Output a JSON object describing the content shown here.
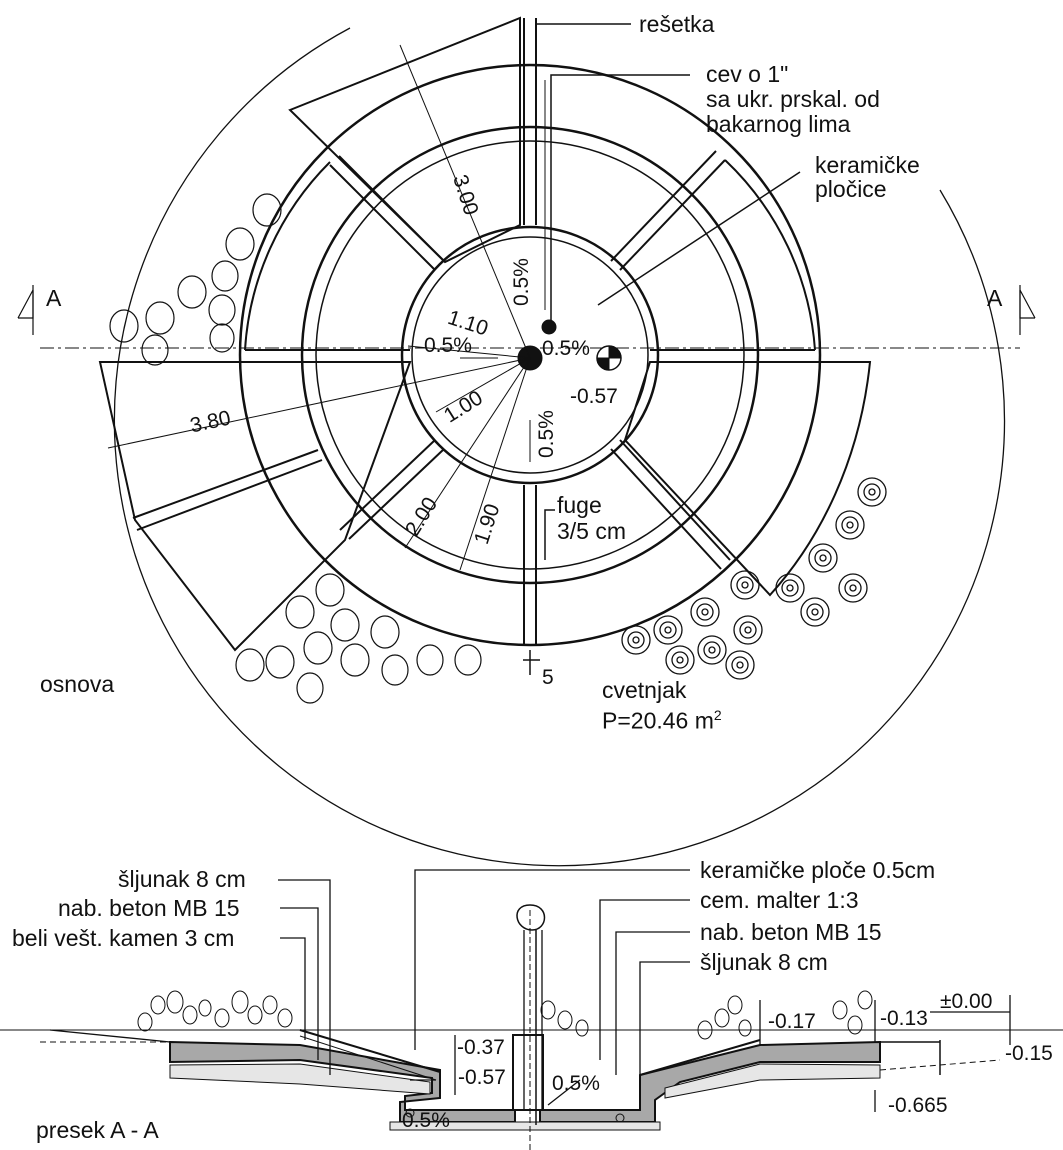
{
  "plan": {
    "title": "osnova",
    "section_mark": "A",
    "callouts": {
      "grate": "rešetka",
      "pipe_line1": "cev o 1\"",
      "pipe_line2": "sa ukr. prskal. od",
      "pipe_line3": "bakarnog lima",
      "tiles_line1": "keramičke",
      "tiles_line2": "pločice",
      "joints_line1": "fuge",
      "joints_line2": "3/5 cm",
      "joint_width": "5",
      "planter_line1": "cvetnjak",
      "planter_line2": "P=20.46 m",
      "planter_sup": "2"
    },
    "dimensions": [
      "3.00",
      "1.10",
      "1.00",
      "3.80",
      "2.00",
      "1.90"
    ],
    "slopes": [
      "0.5%",
      "0.5%",
      "0.5%",
      "0.5%"
    ],
    "levels": [
      "-0.57"
    ]
  },
  "section": {
    "title": "presek A - A",
    "layers_left": [
      "šljunak 8 cm",
      "nab. beton MB 15",
      "beli vešt. kamen 3 cm"
    ],
    "layers_right": [
      "keramičke ploče 0.5cm",
      "cem. malter 1:3",
      "nab. beton MB 15",
      "šljunak 8 cm"
    ],
    "levels": [
      "-0.37",
      "-0.57",
      "-0.17",
      "-0.13",
      "±0.00",
      "-0.15",
      "-0.665"
    ],
    "slopes": [
      "0.5%",
      "0.5%"
    ]
  },
  "colors": {
    "line": "#111111",
    "concrete": "#a8a8a8",
    "paper": "#ffffff"
  }
}
